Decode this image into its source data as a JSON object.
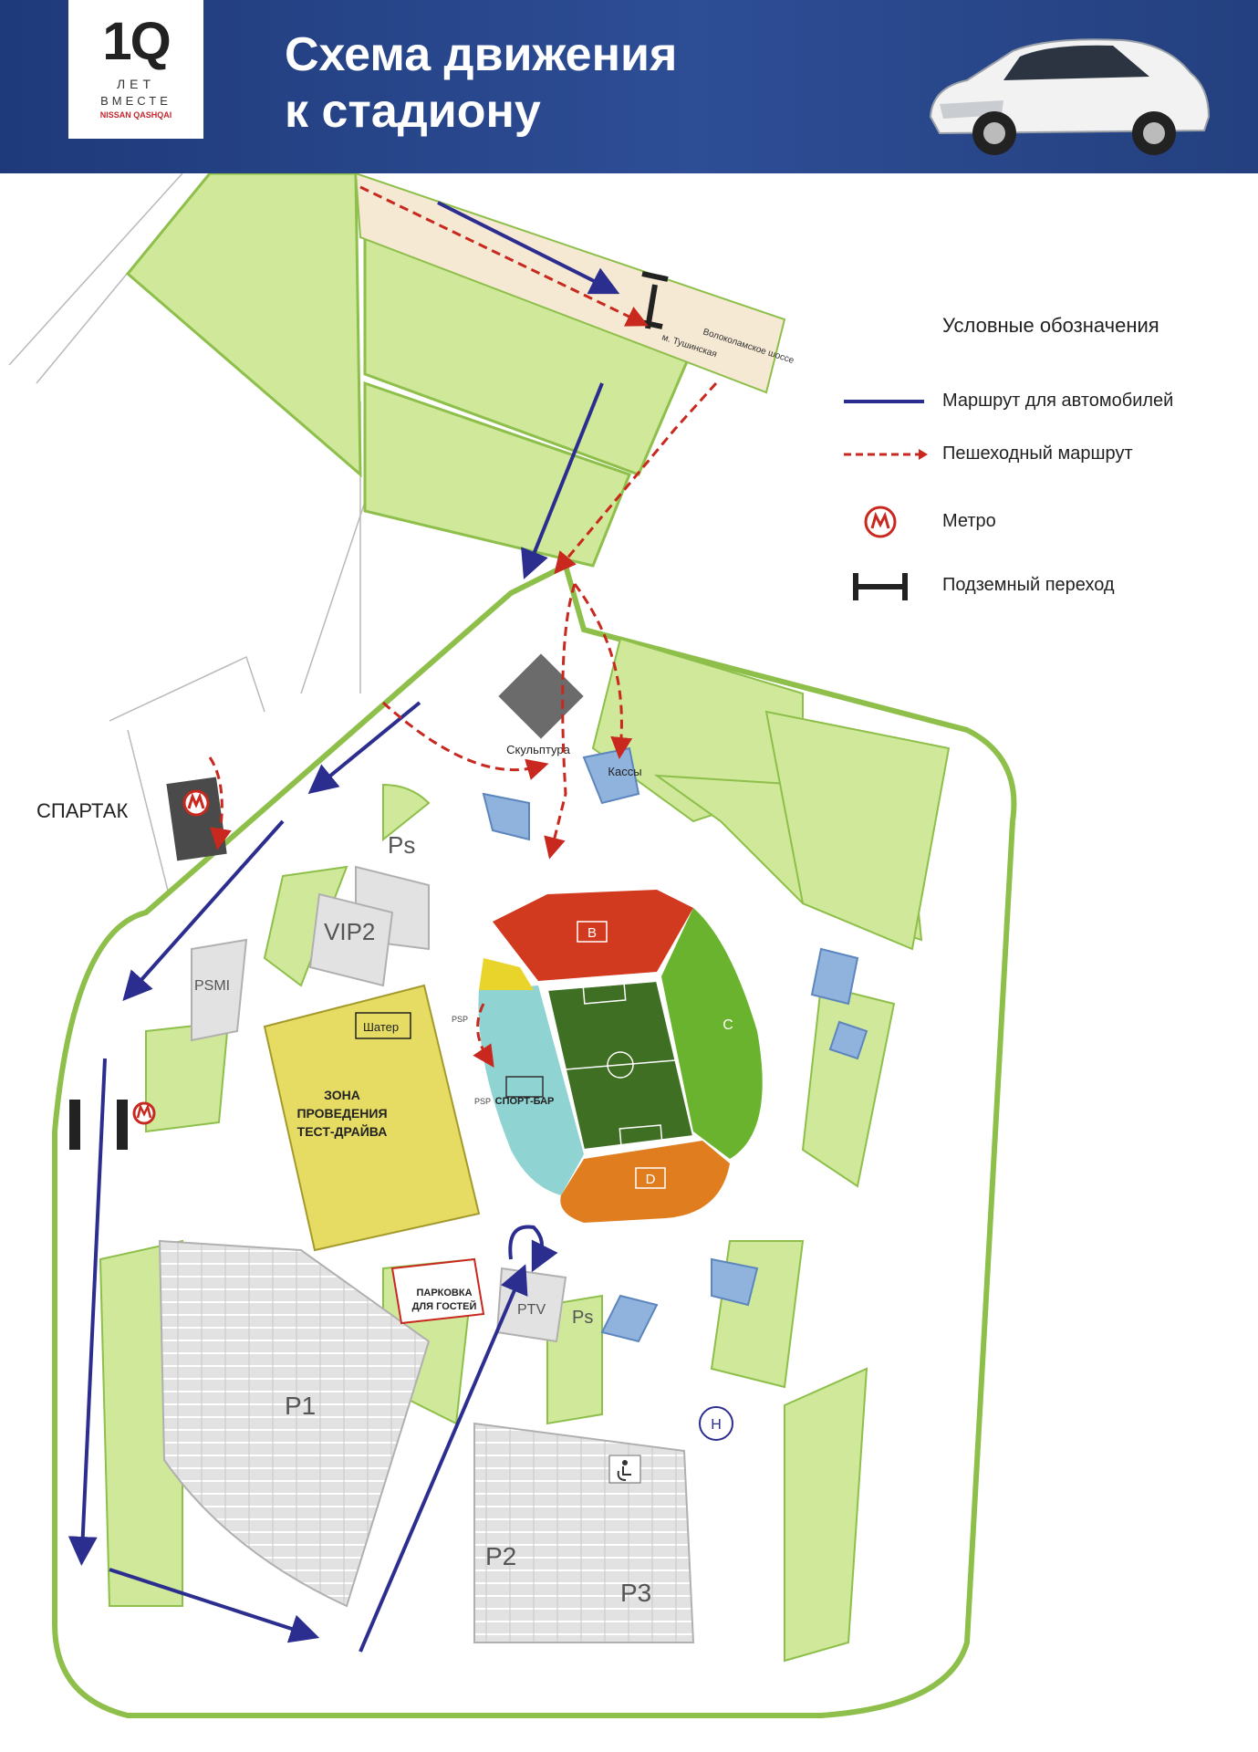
{
  "header": {
    "logo": {
      "number": "1Q",
      "line1": "ЛЕТ",
      "line2": "ВМЕСТЕ",
      "line3": "NISSAN QASHQAI"
    },
    "title_line1": "Схема движения",
    "title_line2": "к стадиону",
    "car_image": "nissan-qashqai-car"
  },
  "legend": {
    "title": "Условные обозначения",
    "items": [
      {
        "symbol": "blue-line",
        "label": "Маршрут для автомобилей",
        "color": "#2b2e8f"
      },
      {
        "symbol": "red-dashed-arrow-line",
        "label": "Пешеходный маршрут",
        "color": "#c8281e"
      },
      {
        "symbol": "metro-icon",
        "label": "Метро",
        "color": "#c8281e"
      },
      {
        "symbol": "underpass-icon",
        "label": "Подземный переход",
        "color": "#222222"
      }
    ]
  },
  "map": {
    "roads": {
      "volokolamsk": "Волоколамское шоссе",
      "metro_tushinskaya": "м. Тушинская"
    },
    "labels": {
      "spartak": "СПАРТАК",
      "sculpture": "Скульптура",
      "kassy": "Кассы",
      "tent": "Шатер",
      "test_drive_zone": [
        "ЗОНА",
        "ПРОВЕДЕНИЯ",
        "ТЕСТ-ДРАЙВА"
      ],
      "sport_bar": "СПОРТ-БАР",
      "guest_parking": [
        "ПАРКОВКА",
        "ДЛЯ ГОСТЕЙ"
      ],
      "psp_1": "PSP",
      "psp_2": "PSP"
    },
    "stands": [
      "B",
      "C",
      "D"
    ],
    "parking": {
      "ps_top": "Ps",
      "vip2": "VIP2",
      "psmi": "PSMI",
      "ptv": "PTV",
      "ps_bottom": "Ps",
      "p1": "P1",
      "p2": "P2",
      "p3": "P3",
      "helipad": "H"
    },
    "colors": {
      "green_area": "#cfe89a",
      "green_border": "#8dbf4a",
      "stand_b": "#d13a1e",
      "stand_c": "#69b32e",
      "stand_d": "#e07d1f",
      "stand_a": "#8fd3d2",
      "test_drive": "#e6dc63",
      "water": "#8fb3dd",
      "parking_gray": "#dcdcdc",
      "car_route": "#2b2e8f",
      "walk_route": "#c8281e"
    }
  }
}
